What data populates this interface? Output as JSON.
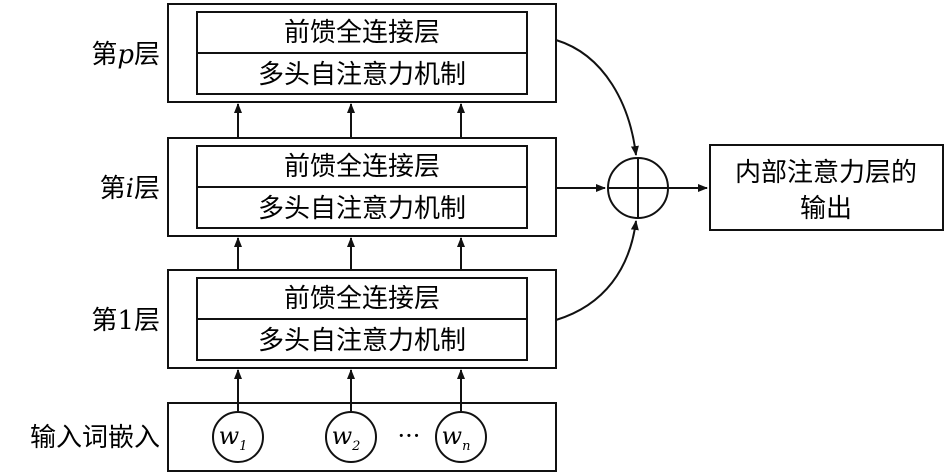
{
  "layers": [
    {
      "label_prefix": "第",
      "label_var": "p",
      "label_suffix": "层",
      "top": "前馈全连接层",
      "bottom": "多头自注意力机制"
    },
    {
      "label_prefix": "第",
      "label_var": "i",
      "label_suffix": "层",
      "top": "前馈全连接层",
      "bottom": "多头自注意力机制"
    },
    {
      "label_prefix": "第",
      "label_var": "1",
      "label_suffix": "层",
      "top": "前馈全连接层",
      "bottom": "多头自注意力机制"
    }
  ],
  "input": {
    "label": "输入词嵌入",
    "words": [
      {
        "base": "w",
        "sub": "1"
      },
      {
        "base": "w",
        "sub": "2"
      },
      {
        "base": "w",
        "sub": "n"
      }
    ],
    "ellipsis": "···"
  },
  "sum_symbol": "⊕",
  "output": {
    "line1": "内部注意力层的",
    "line2": "输出"
  }
}
